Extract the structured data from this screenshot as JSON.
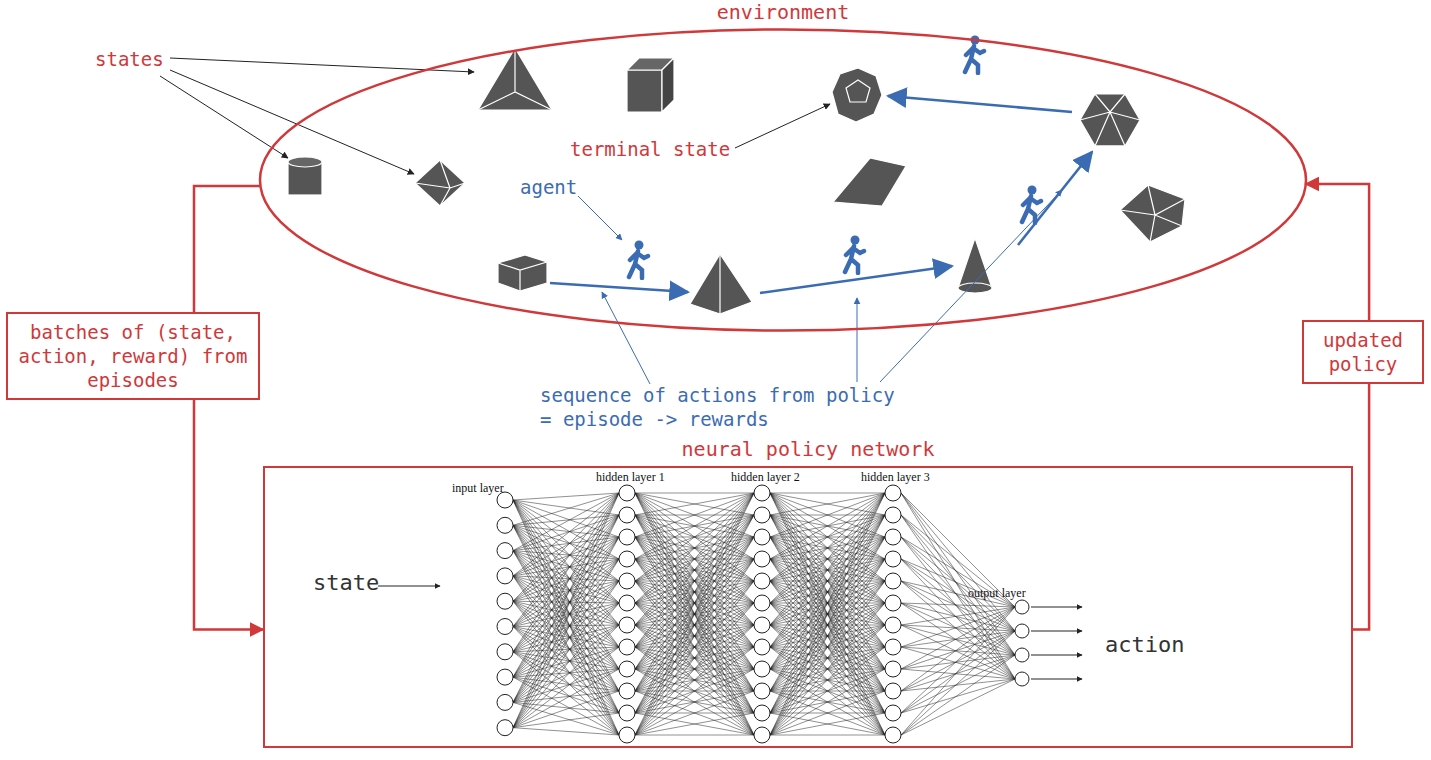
{
  "diagram": {
    "nodes": [
      {
        "text": [
          "environment"
        ]
      },
      {
        "text": [
          "batches of (state, action, reward) from episodes"
        ]
      },
      {
        "text": [
          "updated policy"
        ]
      },
      {
        "text": [
          "neural policy network",
          "state",
          "action"
        ]
      }
    ],
    "edges": [
      {
        "from": 0,
        "to": 1,
        "arrow": "none"
      },
      {
        "from": 1,
        "to": 3,
        "arrow": "to"
      },
      {
        "from": 3,
        "to": 2,
        "arrow": "none"
      },
      {
        "from": 2,
        "to": 0,
        "arrow": "to"
      }
    ],
    "labels": [
      "states",
      "terminal state",
      "agent",
      "sequence of actions from policy = episode -> rewards",
      "input layer",
      "hidden layer 1",
      "hidden layer 2",
      "hidden layer 3",
      "output layer"
    ]
  }
}
